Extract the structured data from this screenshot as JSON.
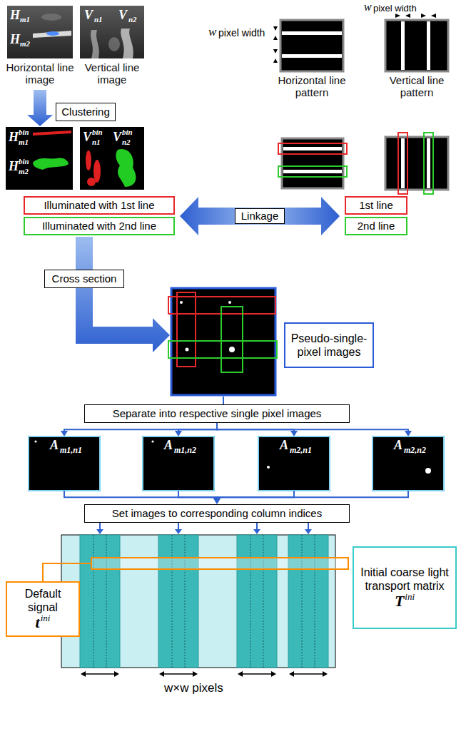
{
  "diagram": {
    "nodes": [
      {
        "text": [
          "H",
          "m1",
          "H",
          "m2",
          "Horizontal line image"
        ]
      },
      {
        "text": [
          "V",
          "n1",
          "V",
          "n2",
          "Vertical line image"
        ]
      },
      {
        "text": [
          "Horizontal line pattern"
        ]
      },
      {
        "text": [
          "Vertical line pattern"
        ]
      },
      {
        "text": [
          "Clustering"
        ]
      },
      {
        "text": [
          "H",
          "bin",
          "m1",
          "H",
          "bin",
          "m2"
        ]
      },
      {
        "text": [
          "V",
          "bin",
          "n1",
          "V",
          "bin",
          "n2"
        ]
      },
      {
        "text": [
          "Illuminated with 1st line"
        ]
      },
      {
        "text": [
          "Illuminated with 2nd line"
        ]
      },
      {
        "text": [
          "Linkage"
        ]
      },
      {
        "text": [
          "1st line"
        ]
      },
      {
        "text": [
          "2nd line"
        ]
      },
      {
        "text": [
          "Cross section"
        ]
      },
      {
        "text": [
          "Pseudo-single-pixel images"
        ]
      },
      {
        "text": [
          "Separate into respective single pixel images"
        ]
      },
      {
        "text": [
          "A",
          "m1,n1"
        ]
      },
      {
        "text": [
          "A",
          "m1,n2"
        ]
      },
      {
        "text": [
          "A",
          "m2,n1"
        ]
      },
      {
        "text": [
          "A",
          "m2,n2"
        ]
      },
      {
        "text": [
          "Set images to corresponding column indices"
        ]
      },
      {
        "text": [
          "Initial coarse light transport matrix",
          "T",
          "ini"
        ]
      },
      {
        "text": [
          "Default signal",
          "t",
          "ini"
        ]
      }
    ],
    "edges": [
      {
        "from": 0,
        "to": 5,
        "arrow": "to"
      },
      {
        "from": 14,
        "to": 15,
        "arrow": "to"
      },
      {
        "from": 14,
        "to": 16,
        "arrow": "to"
      },
      {
        "from": 14,
        "to": 17,
        "arrow": "to"
      },
      {
        "from": 14,
        "to": 18,
        "arrow": "to"
      },
      {
        "from": 15,
        "to": 19,
        "arrow": "to"
      },
      {
        "from": 16,
        "to": 19,
        "arrow": "to"
      },
      {
        "from": 17,
        "to": 19,
        "arrow": "to"
      },
      {
        "from": 18,
        "to": 19,
        "arrow": "to"
      }
    ],
    "labels": [
      "w",
      "pixel width",
      "w",
      "pixel width",
      "w×w pixels"
    ]
  }
}
